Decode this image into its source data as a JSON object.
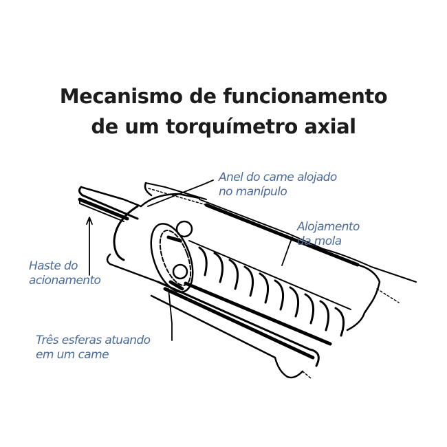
{
  "title": {
    "line1": "Mecanismo de funcionamento",
    "line2": "de um torquímetro axial"
  },
  "labels": {
    "cam_ring": {
      "line1": "Anel do came alojado",
      "line2": "no manípulo"
    },
    "spring_housing": {
      "line1": "Alojamento",
      "line2": "da mola"
    },
    "actuating_rod": {
      "line1": "Haste do",
      "line2": "acionamento"
    },
    "three_balls": {
      "line1": "Três esferas atuando",
      "line2": "em um came"
    }
  },
  "colors": {
    "label_text": "#4a6a9a",
    "title_text": "#1c1c1c",
    "line_art": "#000000",
    "background": "#ffffff"
  }
}
